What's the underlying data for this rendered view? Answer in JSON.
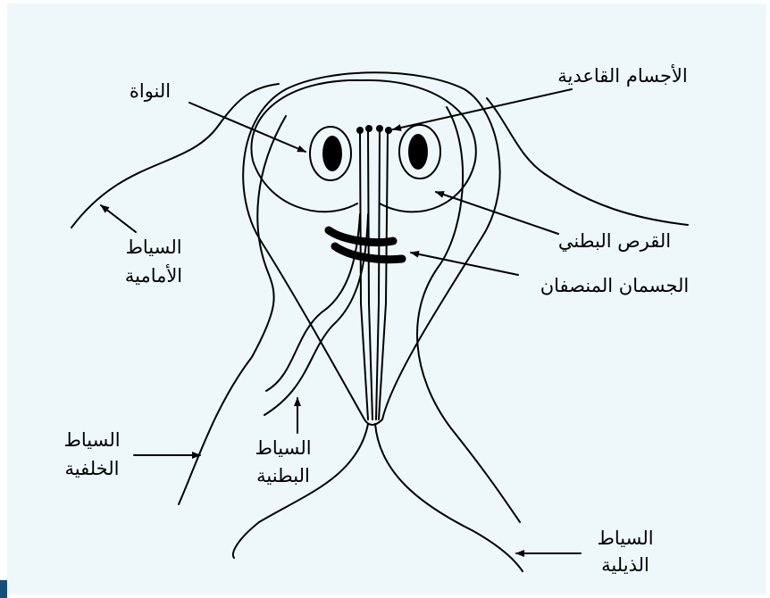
{
  "colors": {
    "background": "#eef8fb",
    "line": "#000000",
    "corner_accent": "#13507a"
  },
  "labels": {
    "nucleus": "النواة",
    "basal_bodies": "الأجسام القاعدية",
    "anterior_flagella_1": "السياط",
    "anterior_flagella_2": "الأمامية",
    "ventral_disc": "القرص البطني",
    "median_bodies": "الجسمان المنصفان",
    "posterior_flagella_1": "السياط",
    "posterior_flagella_2": "الخلفية",
    "ventral_flagella_1": "السياط",
    "ventral_flagella_2": "البطنية",
    "caudal_flagella_1": "السياط",
    "caudal_flagella_2": "الذيلية"
  }
}
